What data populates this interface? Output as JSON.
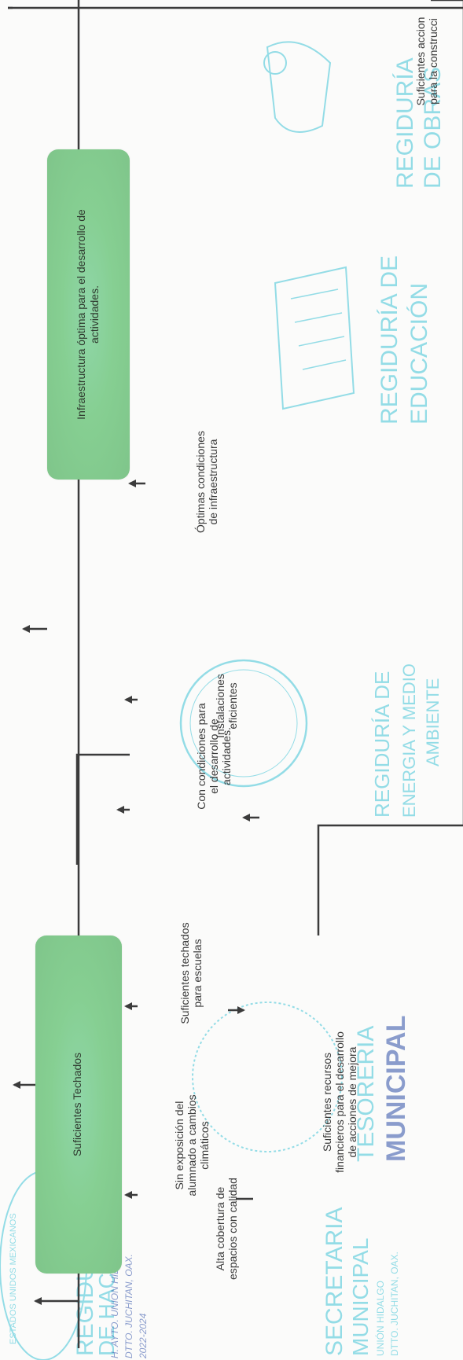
{
  "tree": {
    "nodes": {
      "center_box": "Suficientes Techados",
      "left_bottom": "Alta cobertura de\nespacios con calidad",
      "sin_exposicion": "Sin exposición del\nalumnado a cambios\nclimáticos",
      "techados_escuelas": "Suficientes techados\npara escuelas",
      "con_condiciones": "Con condiciones para\nel desarrollo de\nactividades.",
      "recursos": "Suficientes recursos\nfinancieros para el desarrollo\nde acciones de mejora",
      "infra_box": "Infraestructura óptima para el desarrollo de\nactividades.",
      "instalaciones": "Instalaciones\neficientes",
      "optimas": "Óptimas condiciones\nde infraestructura",
      "acciones": "Suficientes accion\npara la construcci"
    }
  },
  "stamps": {
    "top_left": [
      "ESTADOS UNIDOS MEXICANOS",
      "REGIDURIA",
      "DE HACIENDA",
      "H. AYTO. UNION HIDALGO,",
      "DTTO. JUCHITAN, OAX.",
      "2022-2024"
    ],
    "secretaria": [
      "SECRETARIA",
      "MUNICIPAL",
      "UNIÓN HIDALGO",
      "DTTO. JUCHITAN, OAX."
    ],
    "tesoreria": [
      "TESORERIA",
      "MUNICIPAL"
    ],
    "energia": [
      "REGIDURÍA DE",
      "ENERGIA Y MEDIO",
      "AMBIENTE"
    ],
    "educacion": [
      "REGIDURÍA DE",
      "EDUCACIÓN"
    ],
    "obras": [
      "REGIDURÍA",
      "DE OBRAS"
    ]
  },
  "colors": {
    "stamp_cyan": "#3fc3d6",
    "stamp_blue": "#2f4fa8",
    "box_green": "#86cf92",
    "line": "#3b3b3b"
  }
}
